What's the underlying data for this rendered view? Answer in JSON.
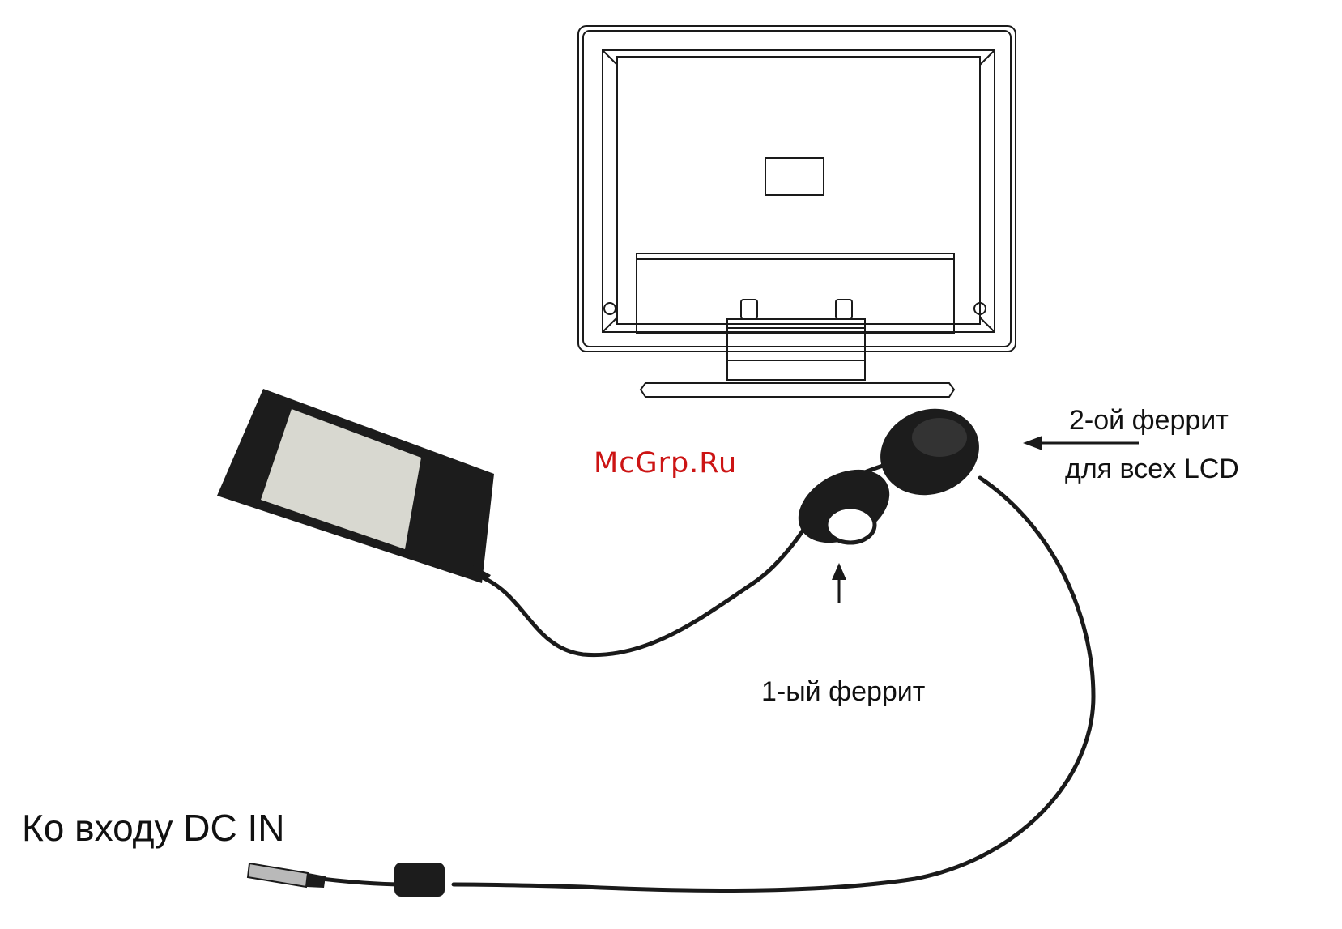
{
  "labels": {
    "ferrite2_line1": "2-ой феррит",
    "ferrite2_line2": "для всех LCD",
    "ferrite1": "1-ый феррит",
    "dc_in": "Ко входу DC IN"
  },
  "watermark": {
    "text": "McGrp.Ru",
    "color": "#cc1414"
  },
  "colors": {
    "line": "#1a1a1a",
    "adapter": "#1c1c1c",
    "label_sticker": "#d8d8d0",
    "background": "#ffffff"
  }
}
